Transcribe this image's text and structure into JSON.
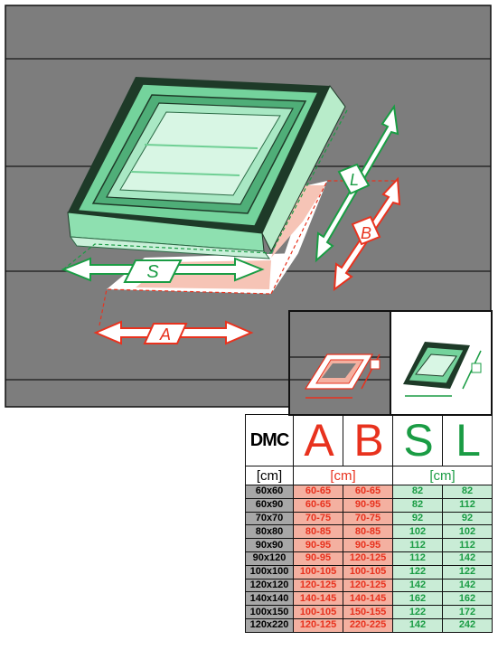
{
  "diagram": {
    "labels": {
      "s": "S",
      "l": "L",
      "a": "A",
      "b": "B"
    }
  },
  "table": {
    "header": {
      "dmc": "DMC",
      "a": "A",
      "b": "B",
      "s": "S",
      "l": "L"
    },
    "units": {
      "dmc": "[cm]",
      "ab": "[cm]",
      "sl": "[cm]"
    },
    "rows": [
      {
        "dmc": "60x60",
        "a": "60-65",
        "b": "60-65",
        "s": "82",
        "l": "82"
      },
      {
        "dmc": "60x90",
        "a": "60-65",
        "b": "90-95",
        "s": "82",
        "l": "112"
      },
      {
        "dmc": "70x70",
        "a": "70-75",
        "b": "70-75",
        "s": "92",
        "l": "92"
      },
      {
        "dmc": "80x80",
        "a": "80-85",
        "b": "80-85",
        "s": "102",
        "l": "102"
      },
      {
        "dmc": "90x90",
        "a": "90-95",
        "b": "90-95",
        "s": "112",
        "l": "112"
      },
      {
        "dmc": "90x120",
        "a": "90-95",
        "b": "120-125",
        "s": "112",
        "l": "142"
      },
      {
        "dmc": "100x100",
        "a": "100-105",
        "b": "100-105",
        "s": "122",
        "l": "122"
      },
      {
        "dmc": "120x120",
        "a": "120-125",
        "b": "120-125",
        "s": "142",
        "l": "142"
      },
      {
        "dmc": "140x140",
        "a": "140-145",
        "b": "140-145",
        "s": "162",
        "l": "162"
      },
      {
        "dmc": "100x150",
        "a": "100-105",
        "b": "150-155",
        "s": "122",
        "l": "172"
      },
      {
        "dmc": "120x220",
        "a": "120-125",
        "b": "220-225",
        "s": "142",
        "l": "242"
      }
    ]
  },
  "colors": {
    "roof": "#7d7d7d",
    "red": "#e8321e",
    "green": "#1a9c44",
    "frame_green": "#6fcf94"
  }
}
